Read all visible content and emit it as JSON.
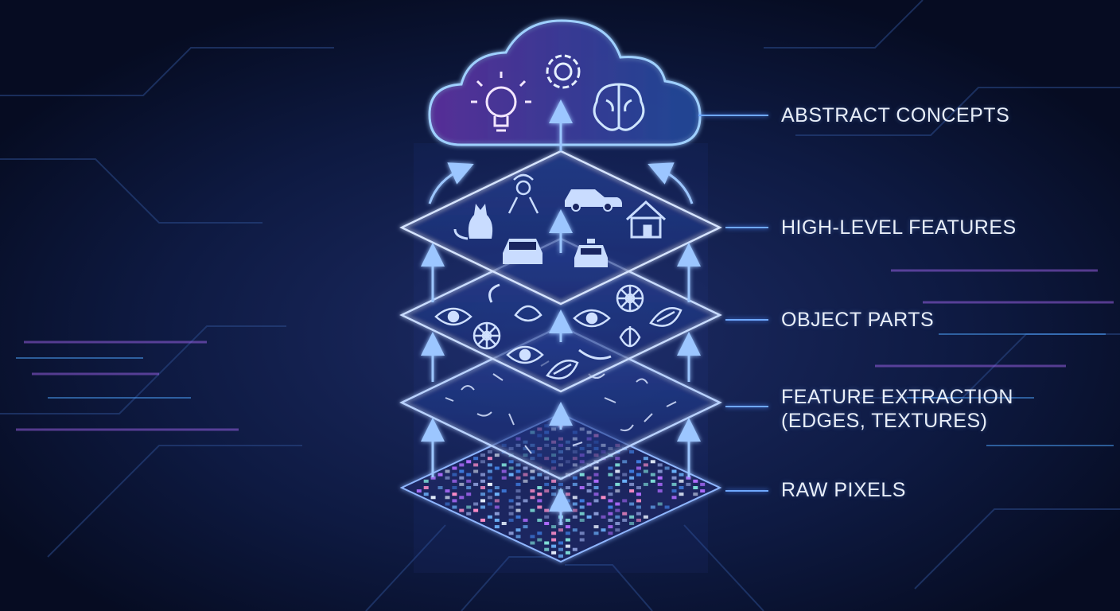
{
  "layers": [
    {
      "id": "abstract",
      "label": "ABSTRACT CONCEPTS",
      "icons": [
        "lightbulb-icon",
        "gear-icon",
        "brain-icon"
      ]
    },
    {
      "id": "high",
      "label": "HIGH-LEVEL FEATURES",
      "icons": [
        "cat-icon",
        "robot-icon",
        "car-icon",
        "house-icon",
        "car-front-icon",
        "taxi-icon"
      ]
    },
    {
      "id": "parts",
      "label": "OBJECT PARTS",
      "icons": [
        "eye-icon",
        "wheel-icon",
        "leaf-icon",
        "ear-icon"
      ]
    },
    {
      "id": "features",
      "label_line1": "FEATURE EXTRACTION",
      "label_line2": "(EDGES, TEXTURES)"
    },
    {
      "id": "pixels",
      "label": "RAW PIXELS"
    }
  ],
  "colors": {
    "background": "#0a1430",
    "glow": "#6fa8ff",
    "accent_purple": "#b06cff",
    "label_text": "#e8eef8"
  }
}
